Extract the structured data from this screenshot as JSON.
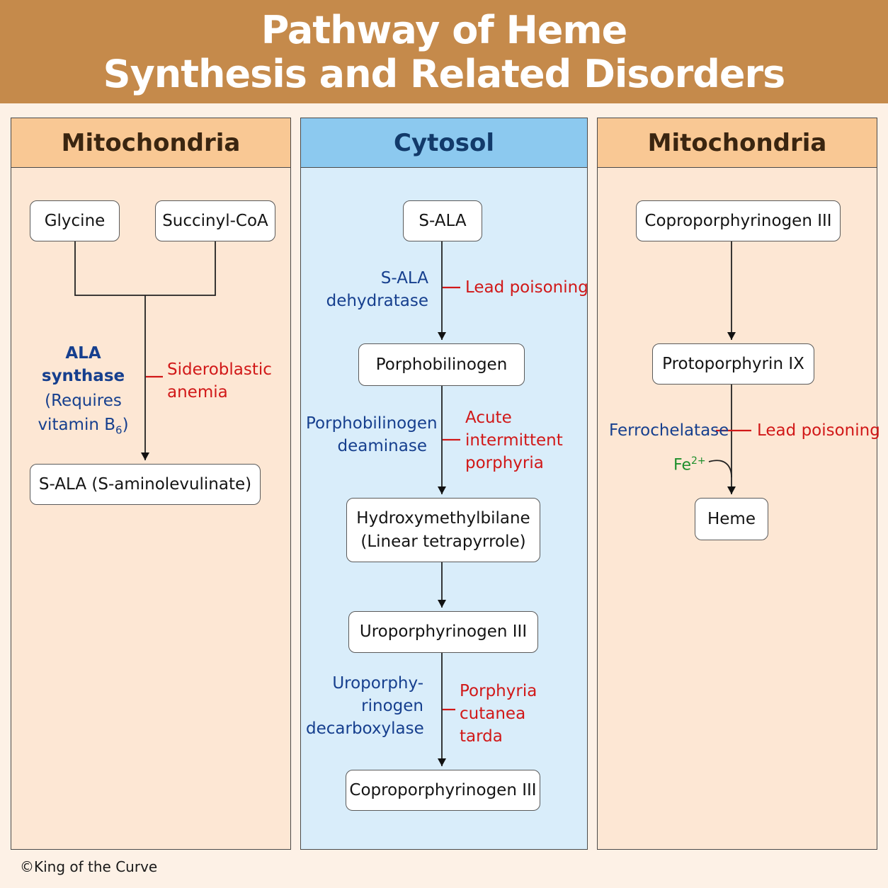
{
  "title": {
    "line1": "Pathway of Heme",
    "line2": "Synthesis and Related Disorders"
  },
  "panels": {
    "left": {
      "heading": "Mitochondria",
      "nodes": {
        "glycine": "Glycine",
        "succinyl_coa": "Succinyl-CoA",
        "s_ala": "S-ALA (S-aminolevulinate)"
      },
      "enzyme": {
        "name": "ALA synthase",
        "note_line1": "(Requires",
        "note_line2_prefix": "vitamin B",
        "note_line2_sub": "6",
        "note_line2_suffix": ")"
      },
      "disorder": {
        "line1": "Sideroblastic",
        "line2": "anemia"
      }
    },
    "middle": {
      "heading": "Cytosol",
      "nodes": {
        "s_ala": "S-ALA",
        "porphobilinogen": "Porphobilinogen",
        "hmb_line1": "Hydroxymethylbilane",
        "hmb_line2": "(Linear tetrapyrrole)",
        "uroporphyrinogen": "Uroporphyrinogen III",
        "coproporphyrinogen": "Coproporphyrinogen III"
      },
      "enzymes": {
        "ala_dehydratase": {
          "line1": "S-ALA",
          "line2": "dehydratase"
        },
        "pbg_deaminase": {
          "line1": "Porphobilinogen",
          "line2": "deaminase"
        },
        "uro_decarboxylase": {
          "line1": "Uroporphy-",
          "line2": "rinogen",
          "line3": "decarboxylase"
        }
      },
      "disorders": {
        "lead": "Lead poisoning",
        "aip": {
          "line1": "Acute",
          "line2": "intermittent",
          "line3": "porphyria"
        },
        "pct": {
          "line1": "Porphyria",
          "line2": "cutanea",
          "line3": "tarda"
        }
      }
    },
    "right": {
      "heading": "Mitochondria",
      "nodes": {
        "coproporphyrinogen": "Coproporphyrinogen III",
        "protoporphyrin": "Protoporphyrin IX",
        "heme": "Heme"
      },
      "enzyme": "Ferrochelatase",
      "disorder": "Lead poisoning",
      "cofactor": {
        "base": "Fe",
        "sup": "2+"
      }
    }
  },
  "copyright": "©King of the Curve",
  "colors": {
    "header": "#c58a4b",
    "enzyme_text": "#163f8e",
    "disorder_text": "#d11818",
    "cofactor_text": "#1e8f2c",
    "mito_panel": "#fde7d4",
    "cytosol_panel": "#d9edfa"
  }
}
